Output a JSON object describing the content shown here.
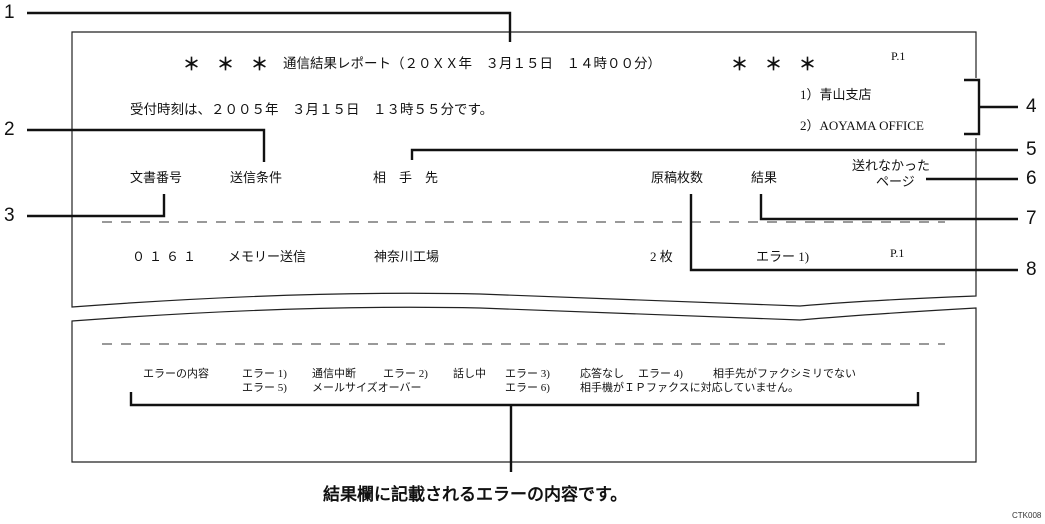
{
  "report": {
    "header": {
      "stars_left": "＊　＊　＊",
      "title": "通信結果レポート（２０ＸＸ年　３月１５日　１４時００分）",
      "stars_right": "＊　＊　＊",
      "page": "P.1"
    },
    "received_time": "受付時刻は、２００５年　３月１５日　１３時５５分です。",
    "senders": [
      "1）青山支店",
      "2）AOYAMA OFFICE"
    ],
    "columns": {
      "doc_number": "文書番号",
      "send_condition": "送信条件",
      "destination": "相　手　先",
      "page_count": "原稿枚数",
      "result": "結果",
      "unsent_pages_line1": "送れなかった",
      "unsent_pages_line2": "ページ"
    },
    "row": {
      "doc_number": "０１６１",
      "send_condition": "メモリー送信",
      "destination": "神奈川工場",
      "page_count": "2 枚",
      "result": "エラー 1)",
      "unsent_pages": "P.1"
    },
    "errors": {
      "label": "エラーの内容",
      "line1": [
        {
          "code": "エラー 1)",
          "text": "通信中断"
        },
        {
          "code": "エラー 2)",
          "text": "話し中"
        },
        {
          "code": "エラー 3)",
          "text": "応答なし"
        },
        {
          "code": "エラー 4)",
          "text": "相手先がファクシミリでない"
        }
      ],
      "line2": [
        {
          "code": "エラー 5)",
          "text": "メールサイズオーバー"
        },
        {
          "code": "エラー 6)",
          "text": "相手機がＩＰファクスに対応していません。"
        }
      ]
    }
  },
  "callouts": [
    "1",
    "2",
    "3",
    "4",
    "5",
    "6",
    "7",
    "8"
  ],
  "caption": "結果欄に記載されるエラーの内容です。",
  "figure_code": "CTK008"
}
